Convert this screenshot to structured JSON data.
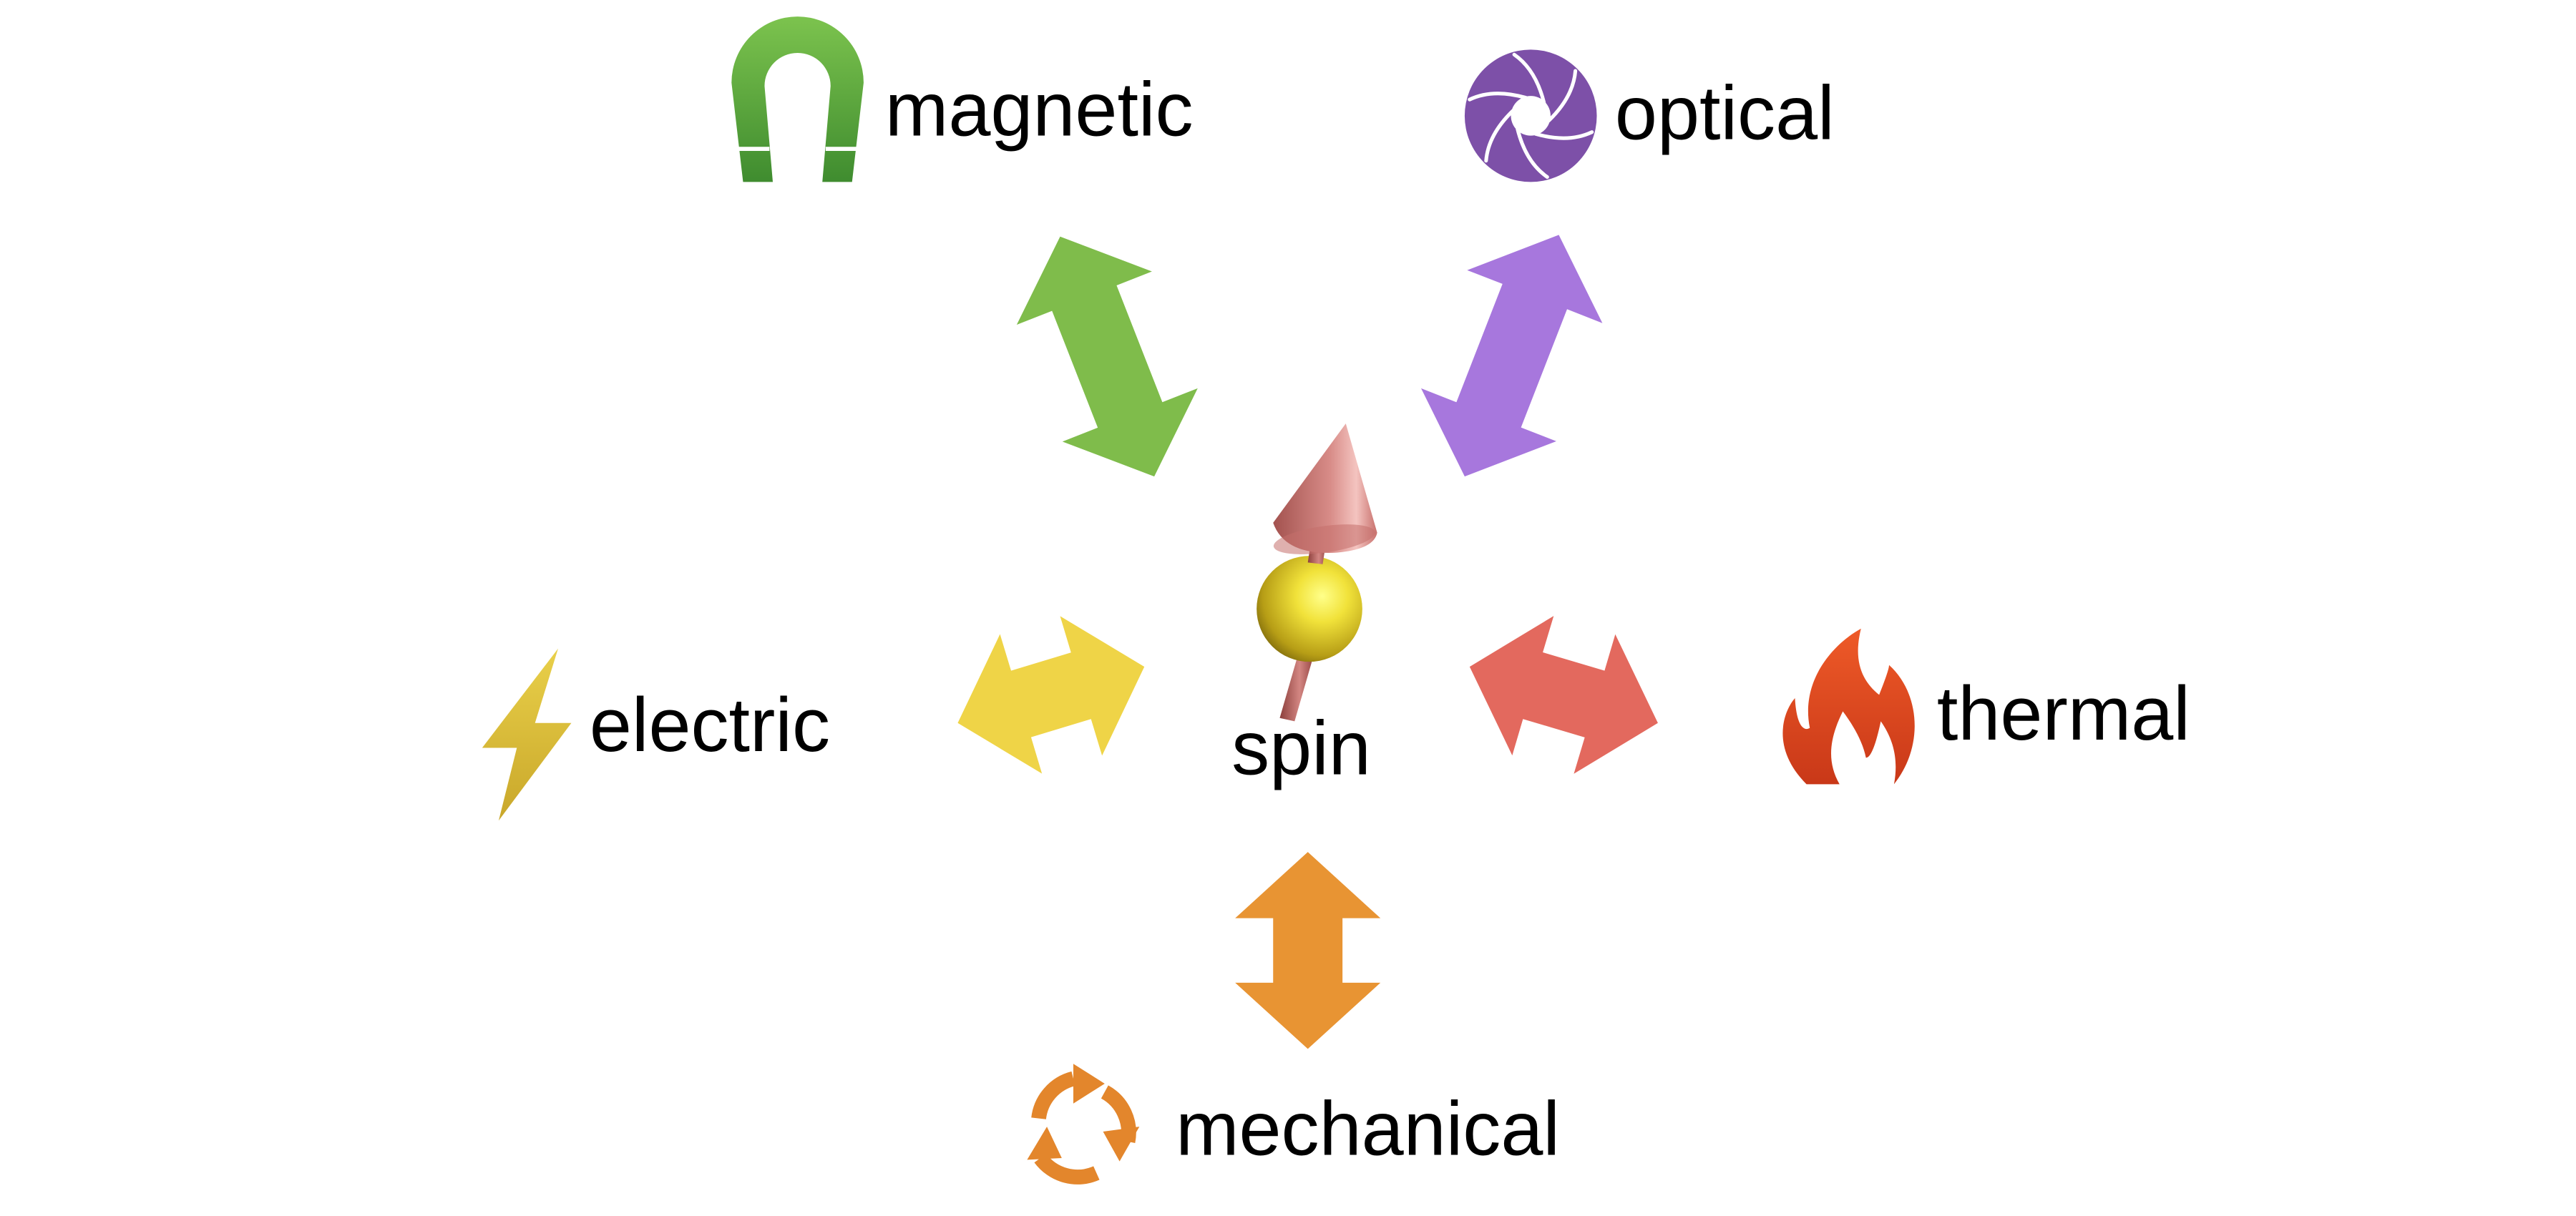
{
  "center": {
    "label": "spin"
  },
  "nodes": [
    {
      "id": "magnetic",
      "label": "magnetic",
      "icon": "horseshoe-magnet-icon",
      "color": "#7fbc4b"
    },
    {
      "id": "optical",
      "label": "optical",
      "icon": "camera-aperture-icon",
      "color": "#a777dd"
    },
    {
      "id": "electric",
      "label": "electric",
      "icon": "lightning-bolt-icon",
      "color": "#efd447"
    },
    {
      "id": "thermal",
      "label": "thermal",
      "icon": "flame-icon",
      "color": "#e3695e"
    },
    {
      "id": "mechanical",
      "label": "mechanical",
      "icon": "rotation-cycle-icon",
      "color": "#e89433"
    }
  ],
  "colors": {
    "magnet_green": "#5ba83a",
    "aperture_purple": "#7d50a8",
    "bolt_gold": "#dcbc32",
    "flame_red": "#d8451e",
    "mechanical_orange": "#e3862c",
    "spin_ball": "#e8d63a",
    "spin_arrow": "#d98a87"
  }
}
